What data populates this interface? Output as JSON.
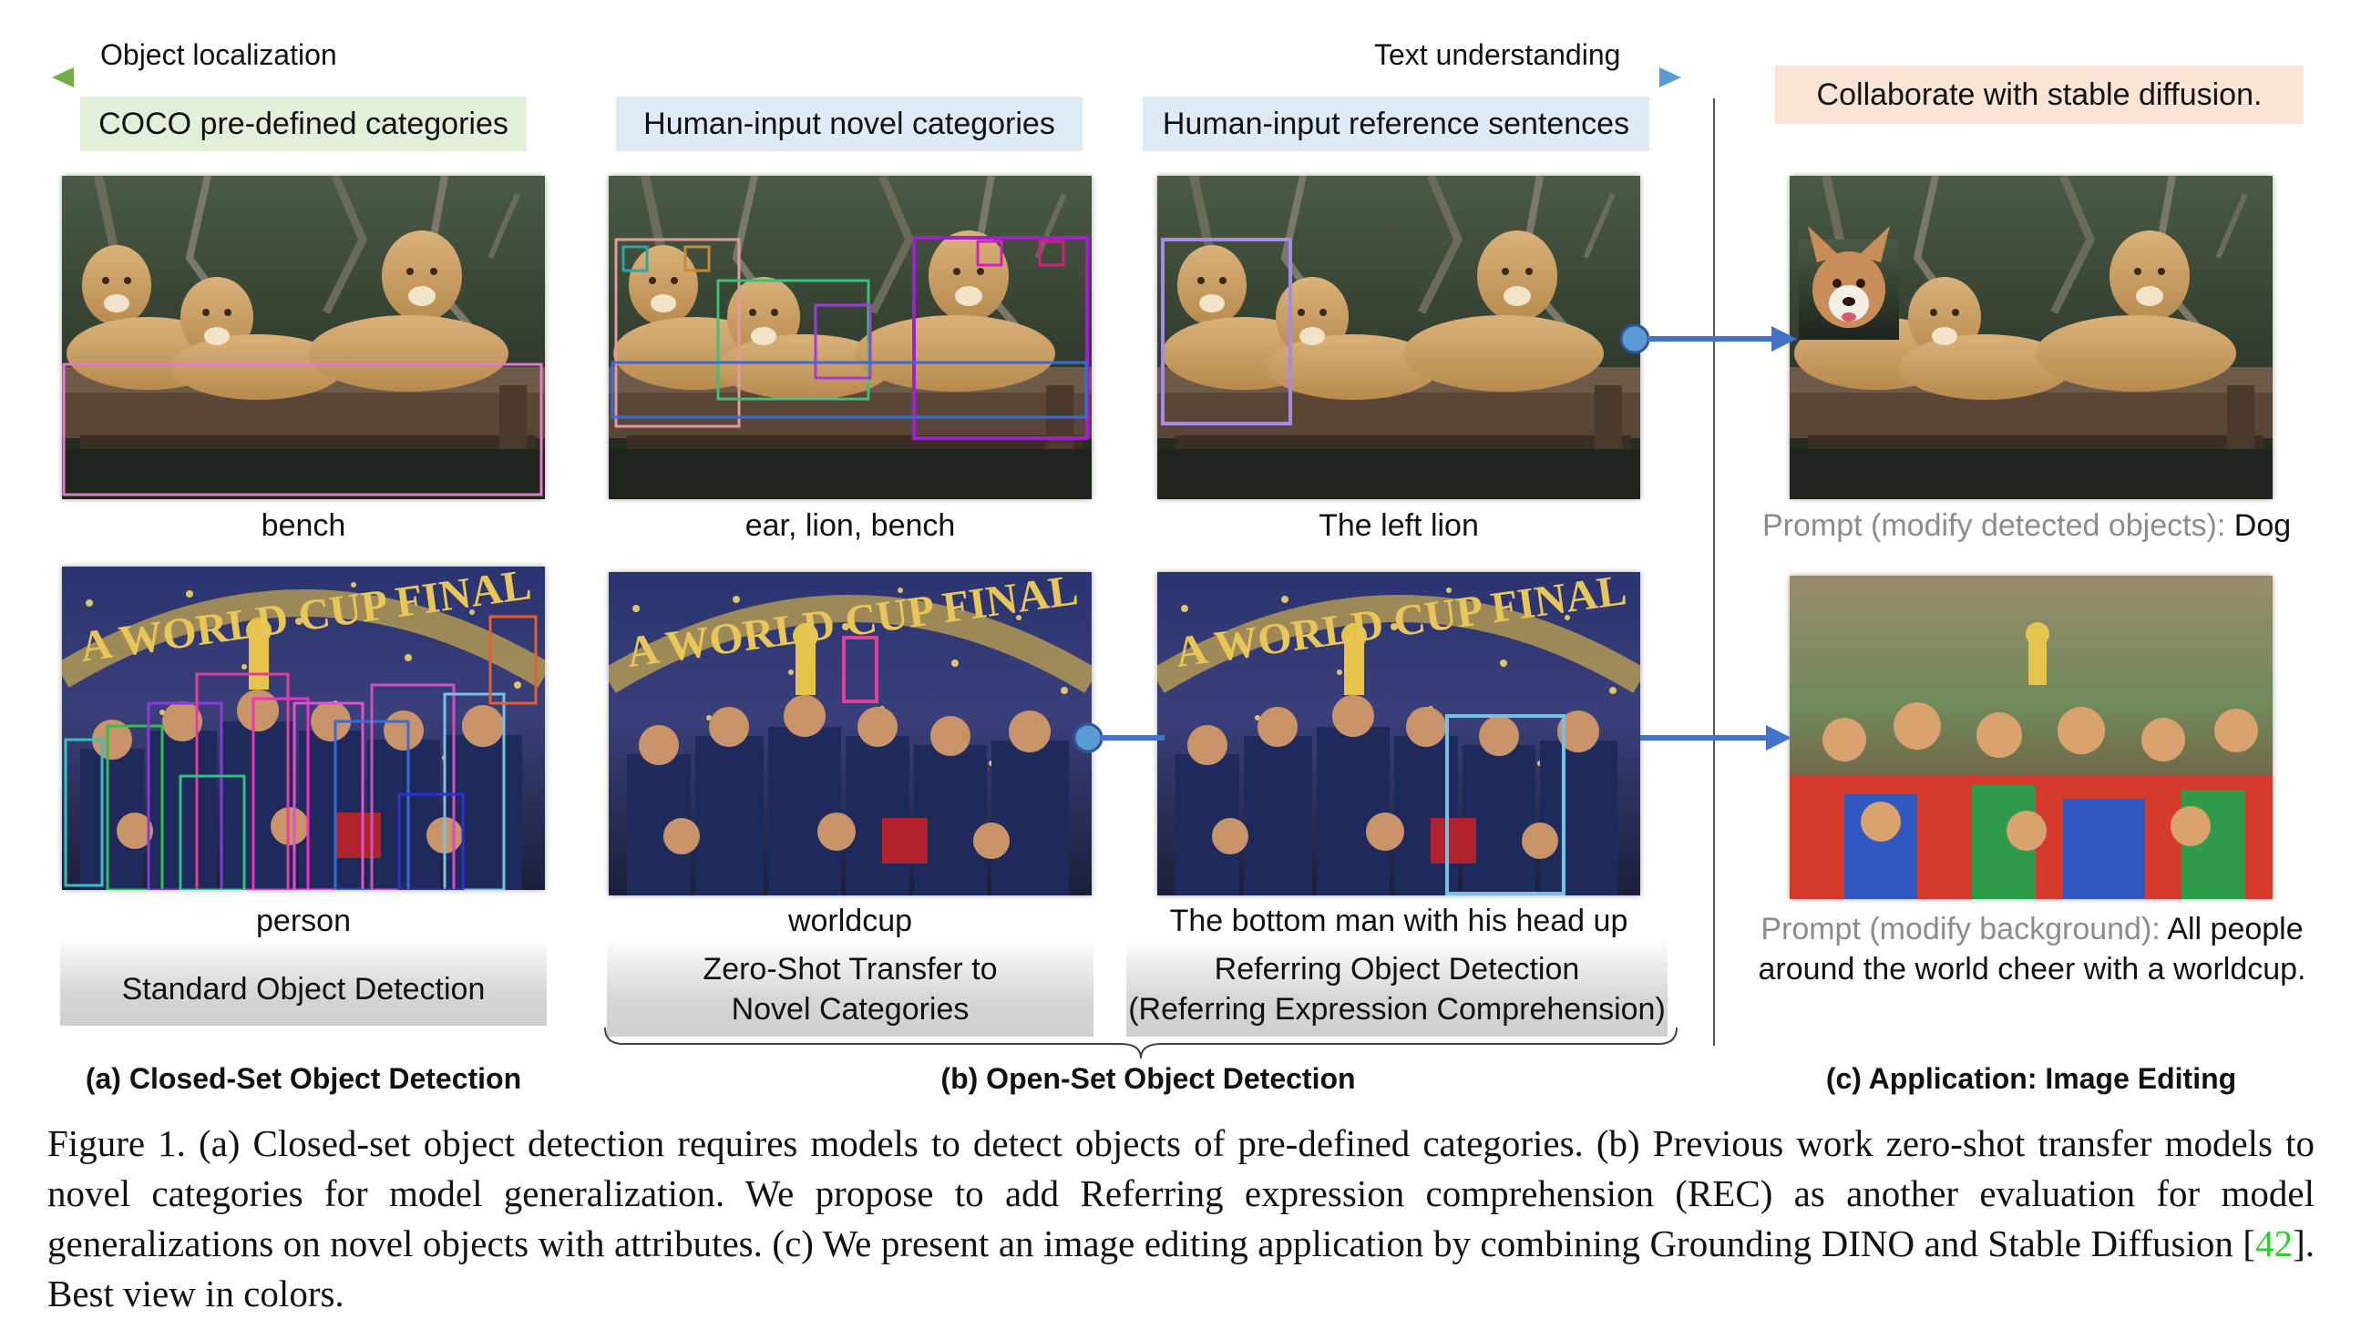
{
  "axis": {
    "left_label": "Object localization",
    "right_label": "Text understanding"
  },
  "categories": {
    "closed": "COCO pre-defined categories",
    "novel": "Human-input novel categories",
    "reference": "Human-input reference sentences",
    "application": "Collaborate with stable diffusion."
  },
  "captions": {
    "row1": [
      "bench",
      "ear, lion, bench",
      "The left lion"
    ],
    "row2": [
      "person",
      "worldcup",
      "The bottom man with his head up"
    ]
  },
  "task_boxes": {
    "standard": "Standard Object Detection",
    "zero_shot_line1": "Zero-Shot Transfer to",
    "zero_shot_line2": "Novel Categories",
    "referring_line1": "Referring Object Detection",
    "referring_line2": "(Referring Expression Comprehension)"
  },
  "prompts": {
    "edit1_label": "Prompt (modify detected objects):",
    "edit1_value": "Dog",
    "edit2_label": "Prompt (modify background):",
    "edit2_value_line1": "All people",
    "edit2_value_line2": "around the world cheer with a worldcup."
  },
  "section_titles": {
    "a": "(a) Closed-Set Object Detection",
    "b": "(b) Open-Set Object Detection",
    "c": "(c) Application: Image Editing"
  },
  "figure_caption": {
    "text_before_cite": "Figure 1. (a) Closed-set object detection requires models to detect objects of pre-defined categories. (b) Previous work zero-shot transfer models to novel categories for model generalization. We propose to add Referring expression comprehension (REC) as another evaluation for model generalizations on novel objects with attributes. (c) We present an image editing application by combining Grounding DINO and Stable Diffusion [",
    "cite": "42",
    "text_after_cite": "]. Best view in colors."
  },
  "world_cup_banner": "A WORLD CUP FINAL",
  "colors": {
    "arrow_start": "#70ad47",
    "arrow_end": "#5b9bd5",
    "connector": "#4472c4",
    "cite": "#2ecc2e"
  }
}
